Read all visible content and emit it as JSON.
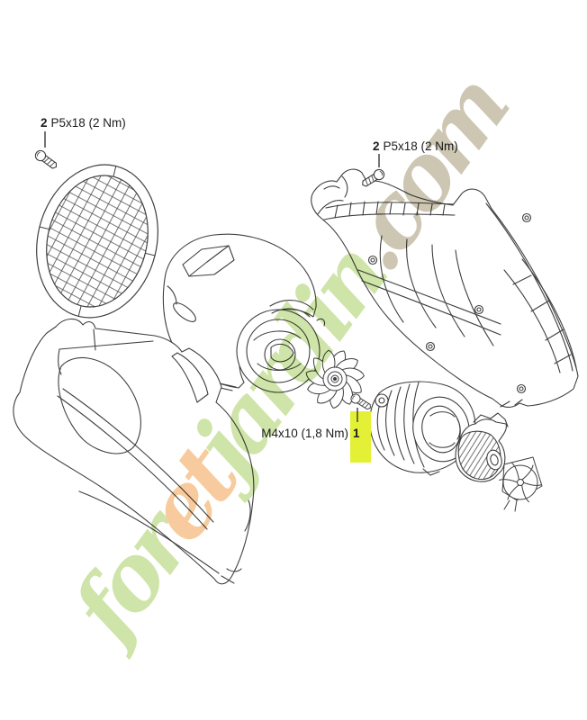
{
  "diagram": {
    "line_color": "#3f3f3f",
    "highlight_color": "#e3f035",
    "callouts": [
      {
        "qty": "2",
        "label": "P5x18 (2 Nm)"
      },
      {
        "qty": "2",
        "label": "P5x18 (2 Nm)"
      },
      {
        "label": "M4x10 (1,8 Nm)",
        "ref": "1",
        "highlighted": true
      }
    ]
  },
  "watermark": {
    "text": "foretjardin.com",
    "letters": [
      {
        "ch": "f",
        "color": "#cbe2a2"
      },
      {
        "ch": "o",
        "color": "#cbe2a2"
      },
      {
        "ch": "r",
        "color": "#cbe2a2"
      },
      {
        "ch": "e",
        "color": "#f7c795"
      },
      {
        "ch": "t",
        "color": "#f7c795"
      },
      {
        "ch": "j",
        "color": "#cbe2a2"
      },
      {
        "ch": "a",
        "color": "#cbe2a2"
      },
      {
        "ch": "r",
        "color": "#cbe2a2"
      },
      {
        "ch": "d",
        "color": "#cbe2a2"
      },
      {
        "ch": "i",
        "color": "#cbe2a2"
      },
      {
        "ch": "n",
        "color": "#cbe2a2"
      },
      {
        "ch": ".",
        "color": "#c9c1ad"
      },
      {
        "ch": "c",
        "color": "#c9c1ad"
      },
      {
        "ch": "o",
        "color": "#c9c1ad"
      },
      {
        "ch": "m",
        "color": "#c9c1ad"
      }
    ]
  }
}
